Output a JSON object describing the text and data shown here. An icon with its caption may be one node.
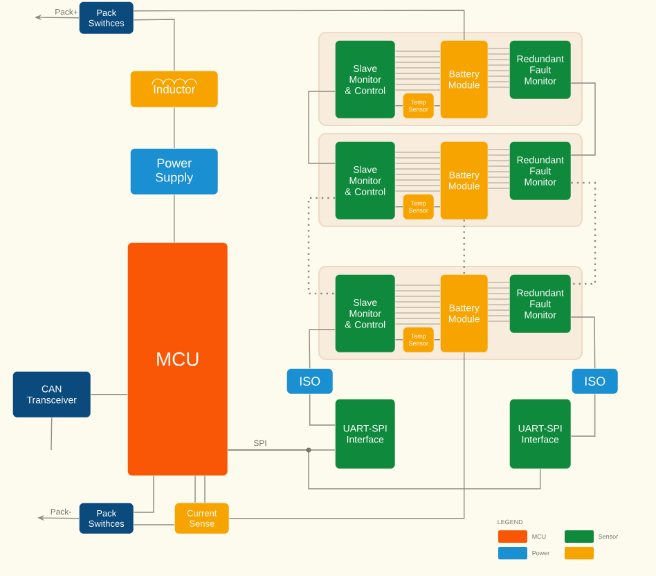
{
  "diagram": {
    "nodes": [
      {
        "text": [
          "Pack Swithces"
        ]
      },
      {
        "text": [
          "Inductor"
        ]
      },
      {
        "text": [
          "Power Supply"
        ]
      },
      {
        "text": [
          "MCU"
        ]
      },
      {
        "text": [
          "CAN Transceiver"
        ]
      },
      {
        "text": [
          "Pack Swithces"
        ]
      },
      {
        "text": [
          "Current Sense"
        ]
      },
      {
        "text": [],
        "shape": "box"
      },
      {
        "text": [
          "Slave Monitor & Control"
        ],
        "in": 7
      },
      {
        "text": [
          "Temp Sensor"
        ],
        "in": 7
      },
      {
        "text": [
          "Battery Module"
        ],
        "in": 7
      },
      {
        "text": [
          "Redundant Fault Monitor"
        ],
        "in": 7
      },
      {
        "text": [],
        "shape": "box"
      },
      {
        "text": [
          "Slave Monitor & Control"
        ],
        "in": 12
      },
      {
        "text": [
          "Temp Sensor"
        ],
        "in": 12
      },
      {
        "text": [
          "Battery Module"
        ],
        "in": 12
      },
      {
        "text": [
          "Redundant Fault Monitor"
        ],
        "in": 12
      },
      {
        "text": [],
        "shape": "box"
      },
      {
        "text": [
          "Slave Monitor & Control"
        ],
        "in": 17
      },
      {
        "text": [
          "Temp Sensor"
        ],
        "in": 17
      },
      {
        "text": [
          "Battery Module"
        ],
        "in": 17
      },
      {
        "text": [
          "Redundant Fault Monitor"
        ],
        "in": 17
      },
      {
        "text": [
          "ISO"
        ]
      },
      {
        "text": [
          "ISO"
        ]
      },
      {
        "text": [
          "UART-SPI Interface"
        ]
      },
      {
        "text": [
          "UART-SPI Interface"
        ]
      }
    ],
    "edges": [
      {
        "from": 0,
        "to": null,
        "arrow": "to",
        "label": "Pack+"
      },
      {
        "from": 0,
        "to": 10,
        "arrow": "none"
      },
      {
        "from": 0,
        "to": 1,
        "arrow": "none"
      },
      {
        "from": 1,
        "to": 2,
        "arrow": "none"
      },
      {
        "from": 2,
        "to": 3,
        "arrow": "none"
      },
      {
        "from": 4,
        "to": 3,
        "arrow": "none"
      },
      {
        "from": 4,
        "to": null,
        "arrow": "none"
      },
      {
        "from": 3,
        "to": 5,
        "arrow": "none"
      },
      {
        "from": 5,
        "to": null,
        "arrow": "to",
        "label": "Pack-"
      },
      {
        "from": 5,
        "to": 6,
        "arrow": "none"
      },
      {
        "from": 3,
        "to": 6,
        "arrow": "none"
      },
      {
        "from": 3,
        "to": 6,
        "arrow": "none"
      },
      {
        "from": 6,
        "to": 20,
        "arrow": "none"
      },
      {
        "from": 3,
        "to": 24,
        "arrow": "none",
        "label": "SPI"
      },
      {
        "from": 3,
        "to": 25,
        "arrow": "none"
      },
      {
        "from": 8,
        "to": 13,
        "arrow": "none"
      },
      {
        "from": 13,
        "to": 18,
        "arrow": "none",
        "style": "dashed"
      },
      {
        "from": 11,
        "to": 16,
        "arrow": "none"
      },
      {
        "from": 16,
        "to": 21,
        "arrow": "none",
        "style": "dashed"
      },
      {
        "from": 15,
        "to": 20,
        "arrow": "none",
        "style": "dashed"
      },
      {
        "from": 18,
        "to": 22,
        "arrow": "none"
      },
      {
        "from": 22,
        "to": 24,
        "arrow": "none"
      },
      {
        "from": 21,
        "to": 23,
        "arrow": "none"
      },
      {
        "from": 23,
        "to": 25,
        "arrow": "none"
      },
      {
        "from": 8,
        "to": 10,
        "arrow": "none"
      },
      {
        "from": 10,
        "to": 11,
        "arrow": "none"
      },
      {
        "from": 9,
        "to": 8,
        "arrow": "none"
      },
      {
        "from": 9,
        "to": 10,
        "arrow": "none"
      },
      {
        "from": 13,
        "to": 15,
        "arrow": "none"
      },
      {
        "from": 15,
        "to": 16,
        "arrow": "none"
      },
      {
        "from": 14,
        "to": 13,
        "arrow": "none"
      },
      {
        "from": 14,
        "to": 15,
        "arrow": "none"
      },
      {
        "from": 18,
        "to": 20,
        "arrow": "none"
      },
      {
        "from": 20,
        "to": 21,
        "arrow": "none"
      },
      {
        "from": 19,
        "to": 18,
        "arrow": "none"
      },
      {
        "from": 19,
        "to": 20,
        "arrow": "none"
      }
    ],
    "labels": [
      "LEGEND"
    ],
    "legend": [
      {
        "text": "MCU",
        "color": "#f95706"
      },
      {
        "text": "Sensor",
        "color": "#0f8a3c"
      },
      {
        "text": "Power",
        "color": "#1a8fd1"
      }
    ]
  }
}
